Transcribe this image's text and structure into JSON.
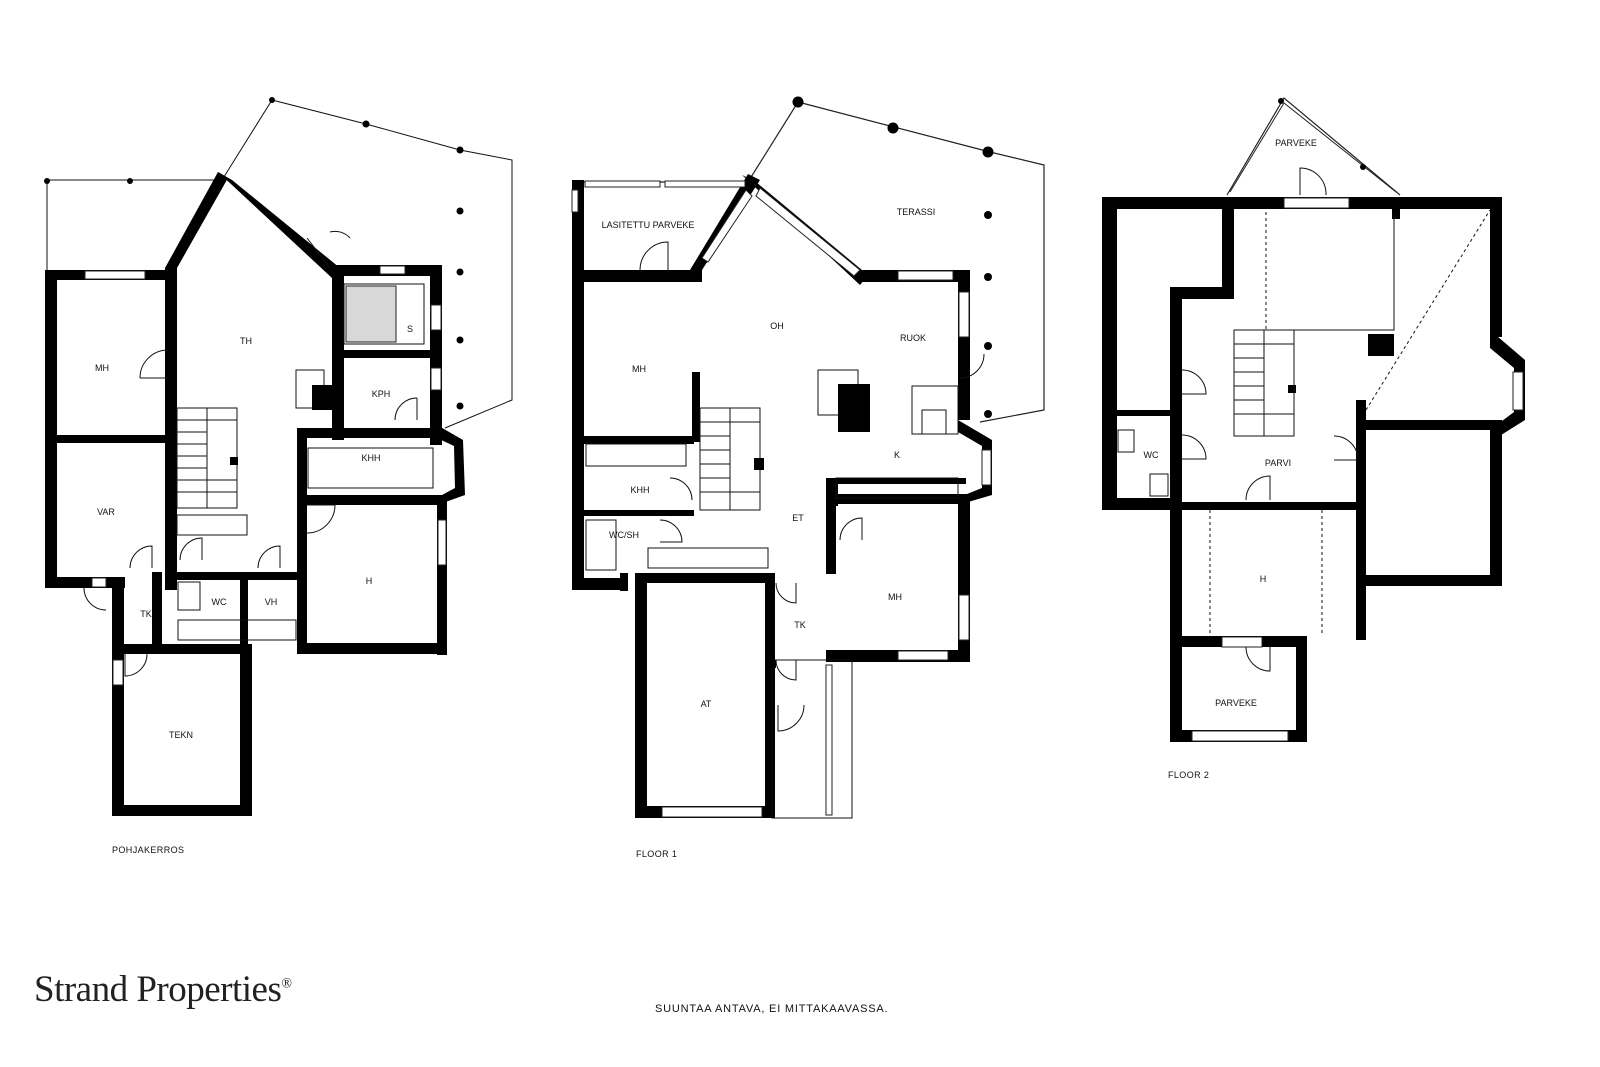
{
  "brand": {
    "name": "Strand Properties",
    "mark": "®"
  },
  "disclaimer": "SUUNTAA ANTAVA, EI MITTAKAAVASSA.",
  "floors": [
    {
      "label": "POHJAKERROS",
      "rooms": [
        "TH",
        "MH",
        "VAR",
        "S",
        "KPH",
        "KHH",
        "H",
        "TK",
        "WC",
        "VH",
        "TEKN"
      ]
    },
    {
      "label": "FLOOR 1",
      "rooms": [
        "LASITETTU PARVEKE",
        "TERASSI",
        "OH",
        "RUOK",
        "MH",
        "KHH",
        "K",
        "WC/SH",
        "ET",
        "MH",
        "TK",
        "AT"
      ]
    },
    {
      "label": "FLOOR 2",
      "rooms": [
        "PARVEKE",
        "WC",
        "PARVI",
        "H",
        "PARVEKE"
      ]
    }
  ]
}
